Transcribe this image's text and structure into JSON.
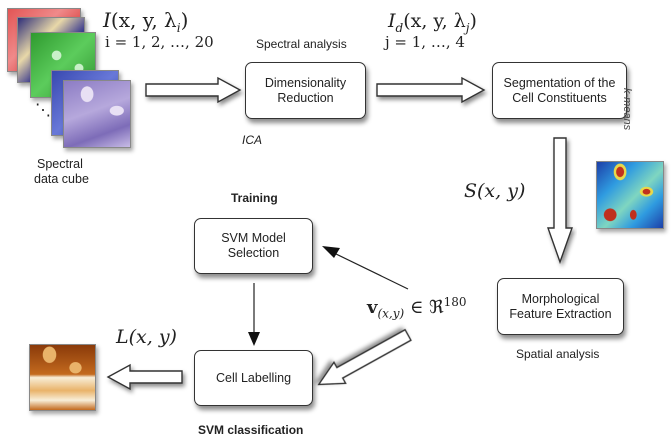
{
  "input": {
    "caption_line1": "Spectral",
    "caption_line2": "data cube",
    "formula_name": "I",
    "formula_args": "(x, y, λ",
    "formula_sub": "i",
    "formula_close": ")",
    "index_range": "i = 1, 2, …, 20",
    "ellipsis": "⋱",
    "tile_colors": [
      "#e25555",
      "#3b3b8f",
      "#3fae3f",
      "#4a5ac0",
      "#8f80c8"
    ]
  },
  "stages": {
    "dimensionality": {
      "line1": "Dimensionality",
      "line2": "Reduction",
      "label_above": "Spectral analysis",
      "label_below": "ICA"
    },
    "segmentation": {
      "line1": "Segmentation of the",
      "line2": "Cell Constituents",
      "side_label": "k-means"
    },
    "morphological": {
      "line1": "Morphological",
      "line2": "Feature Extraction",
      "label_below": "Spatial analysis"
    },
    "svm_model": {
      "line1": "SVM Model",
      "line2": "Selection",
      "label_above": "Training"
    },
    "cell_labelling": {
      "line1": "Cell Labelling",
      "label_below": "SVM classification"
    }
  },
  "formulas": {
    "reduced_name": "I",
    "reduced_sub": "d",
    "reduced_args": "(x, y, λ",
    "reduced_sub2": "j",
    "reduced_close": ")",
    "reduced_range": "j = 1, …, 4",
    "segmentation": "S(x, y)",
    "feature_vec": "v",
    "feature_sub": "(x,y)",
    "feature_in": "∈ ℜ",
    "feature_dim": "180",
    "labels": "L(x, y)"
  },
  "thumbnails": {
    "segmentation_colors": [
      "#1c3fa8",
      "#2f9be0",
      "#7fd6c0",
      "#e8d84a",
      "#c0301e"
    ],
    "labelling_colors": [
      "#8a3a0a",
      "#c36a1e",
      "#e9b36a",
      "#f8eed8"
    ]
  }
}
